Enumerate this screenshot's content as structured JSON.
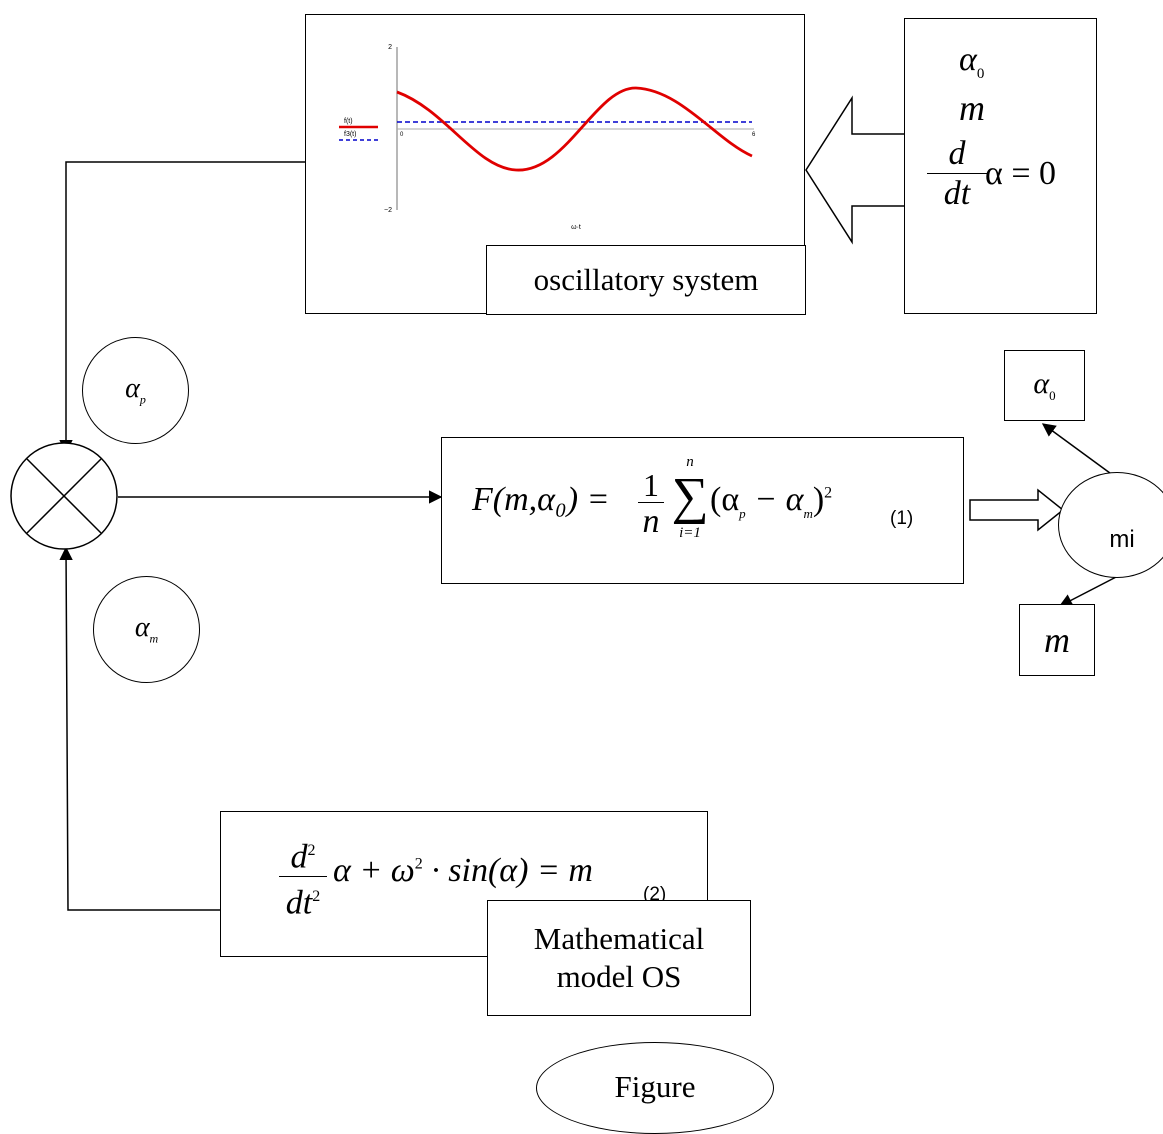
{
  "oscillatory_box": {
    "label": "oscillatory system",
    "plot": {
      "legend": [
        "f(t)",
        "f3(t)"
      ],
      "y_top_tick": "2",
      "y_bottom_tick": "−2",
      "x_start_tick": "0",
      "x_end_tick": "6",
      "x_label": "ω·t"
    }
  },
  "params_box": {
    "alpha0": "α",
    "alpha0_sub": "0",
    "m": "m",
    "ode_num": "d",
    "ode_den": "dt",
    "ode_rhs": "α = 0"
  },
  "alpha_p_circle": {
    "sym": "α",
    "sub": "p"
  },
  "alpha_m_circle": {
    "sym": "α",
    "sub": "m"
  },
  "objective_box": {
    "lhs": "F(m,α₀) =",
    "frac_num": "1",
    "frac_den": "n",
    "sum_top": "n",
    "sum_bottom": "i=1",
    "body": "(α",
    "sub_p": "p",
    "minus": " − α",
    "sub_m": "m",
    "close": ")",
    "sup": "2",
    "eq_number": "(1)"
  },
  "min_ellipse": {
    "label": "mi"
  },
  "out_alpha0_box": {
    "sym": "α",
    "sub": "0"
  },
  "out_m_box": {
    "sym": "m"
  },
  "model_box": {
    "num": "d",
    "num_sup": "2",
    "den": "dt",
    "den_sup": "2",
    "rest": "α + ω",
    "rest_sup": "2",
    "rest2": " · sin(α) = m",
    "eq_number": "(2)",
    "label_line1": "Mathematical",
    "label_line2": "model OS"
  },
  "figure_ellipse": {
    "label": "Figure"
  }
}
